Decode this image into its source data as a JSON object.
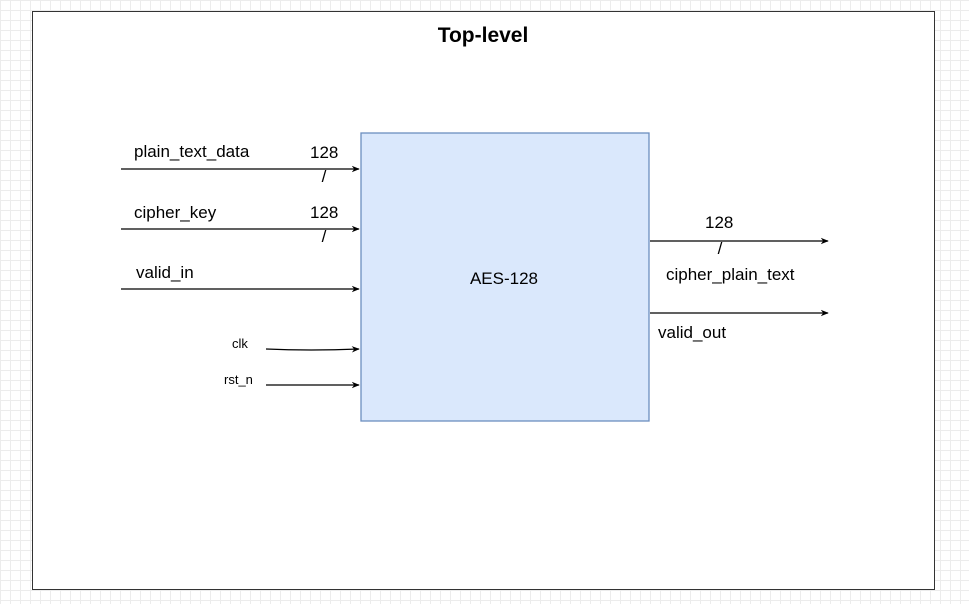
{
  "diagram": {
    "title": "Top-level",
    "module": {
      "name": "AES-128",
      "fill": "#dae8fc",
      "stroke": "#6c8ebf"
    },
    "inputs": [
      {
        "name": "plain_text_data",
        "width": "128",
        "bus_mark": "/"
      },
      {
        "name": "cipher_key",
        "width": "128",
        "bus_mark": "/"
      },
      {
        "name": "valid_in"
      },
      {
        "name": "clk"
      },
      {
        "name": "rst_n"
      }
    ],
    "outputs": [
      {
        "name": "cipher_plain_text",
        "width": "128",
        "bus_mark": "/"
      },
      {
        "name": "valid_out"
      }
    ]
  }
}
